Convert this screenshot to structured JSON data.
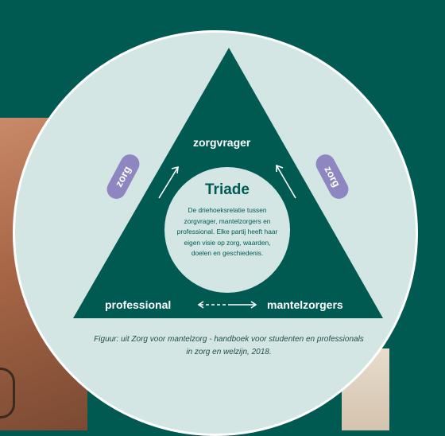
{
  "diagram": {
    "center": {
      "title": "Triade",
      "description": "De driehoeksrelatie tussen zorgvrager, mantelzorgers en professional. Elke partij heeft haar eigen visie op zorg, waarden, doelen en geschiedenis."
    },
    "nodes": {
      "top": "zorgvrager",
      "bottom_left": "professional",
      "bottom_right": "mantelzorgers"
    },
    "side_tags": {
      "left": "zorg",
      "right": "zorg"
    },
    "caption": "Figuur: uit Zorg voor mantelzorg - handboek voor studenten en professionals in zorg en welzijn, 2018."
  },
  "colors": {
    "background": "#005a52",
    "circle": "#d4e6e4",
    "triangle": "#005a52",
    "pill": "#8e86c1",
    "text_light": "#ffffff"
  }
}
